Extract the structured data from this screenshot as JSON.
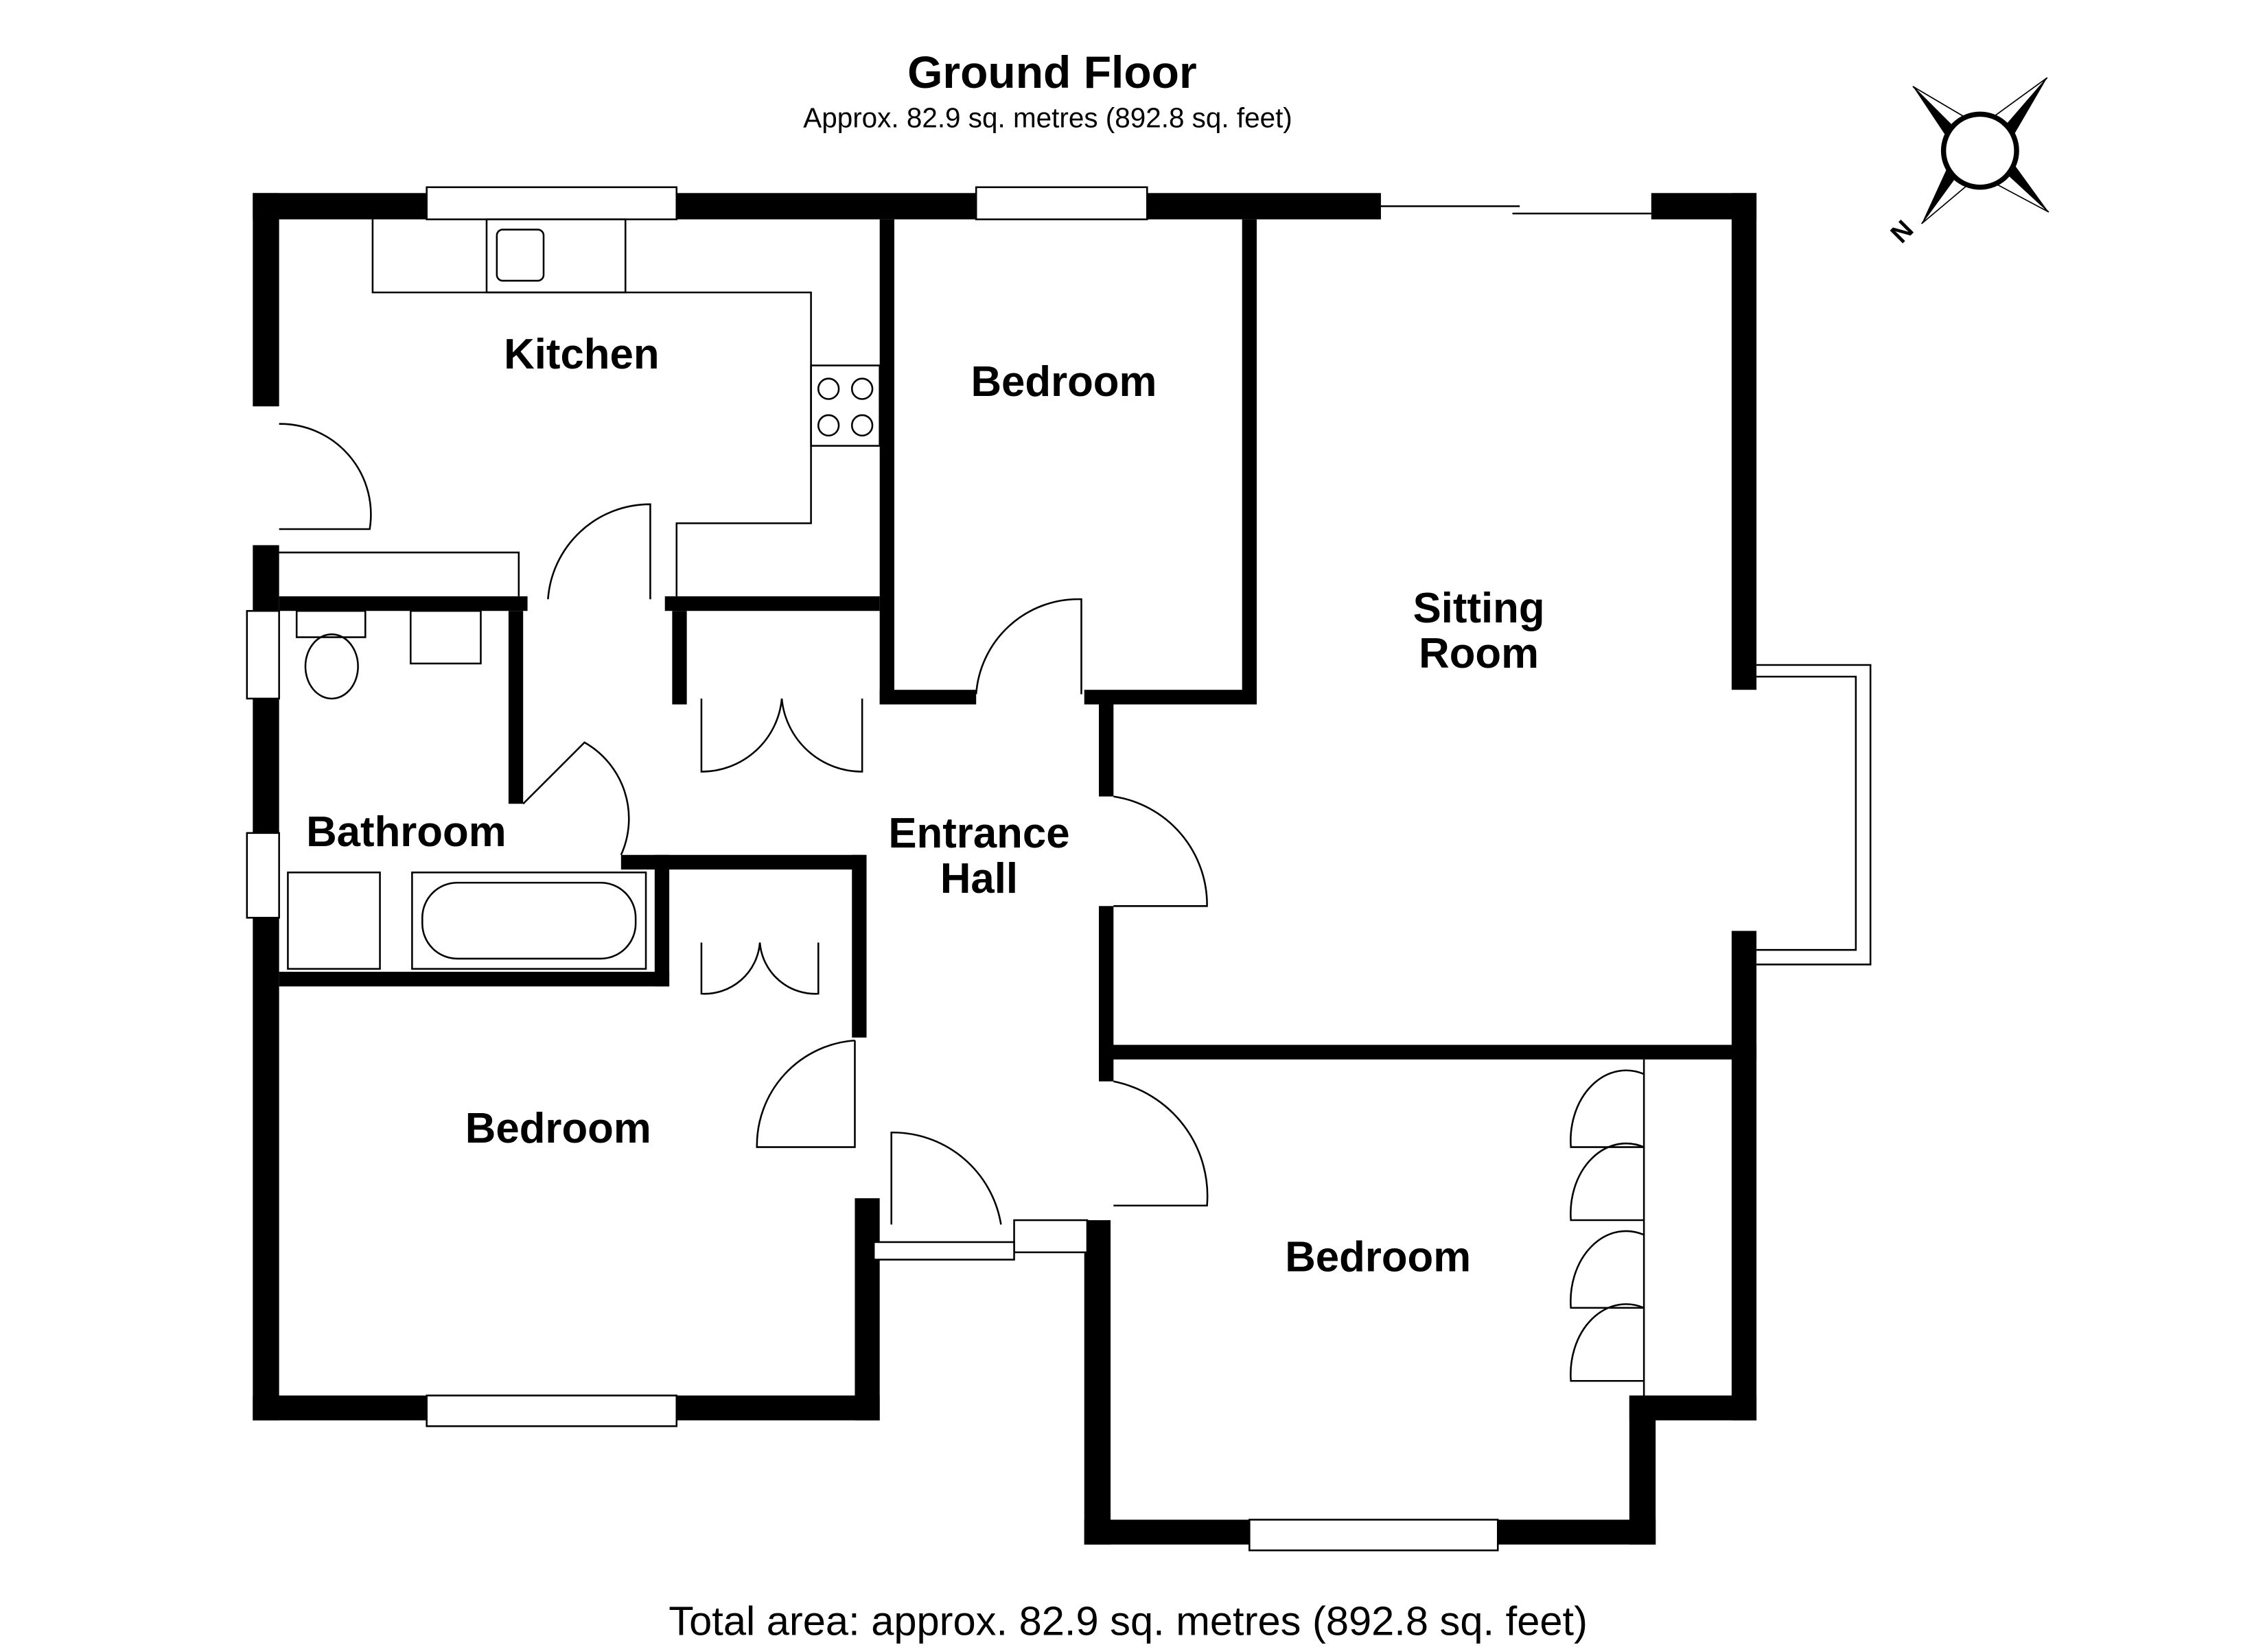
{
  "header": {
    "title": "Ground Floor",
    "subtitle": "Approx. 82.9 sq. metres (892.8 sq. feet)"
  },
  "compass": {
    "label": "N",
    "icon": "compass-icon"
  },
  "rooms": {
    "kitchen": "Kitchen",
    "bedroom_top": "Bedroom",
    "sitting_line1": "Sitting",
    "sitting_line2": "Room",
    "bathroom": "Bathroom",
    "hall_line1": "Entrance",
    "hall_line2": "Hall",
    "bedroom_left": "Bedroom",
    "bedroom_right": "Bedroom"
  },
  "footer": {
    "total": "Total area: approx. 82.9 sq. metres (892.8 sq. feet)"
  }
}
